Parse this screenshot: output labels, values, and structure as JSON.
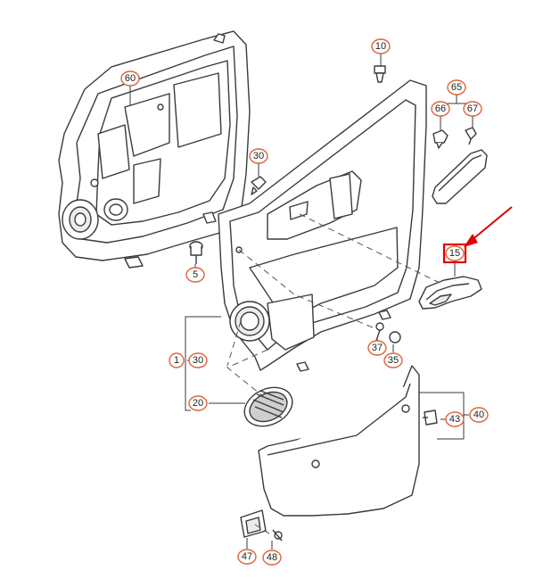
{
  "callouts": {
    "c60": "60",
    "c10": "10",
    "c65": "65",
    "c66": "66",
    "c67": "67",
    "c30a": "30",
    "c15": "15",
    "c5": "5",
    "c1": "1",
    "c30b": "30",
    "c37": "37",
    "c35": "35",
    "c20": "20",
    "c40": "40",
    "c43": "43",
    "c47": "47",
    "c48": "48"
  },
  "highlight": {
    "part": "15",
    "color": "#e00000"
  },
  "colors": {
    "callout_ring": "#e0623a",
    "line": "#3a3a3a"
  }
}
